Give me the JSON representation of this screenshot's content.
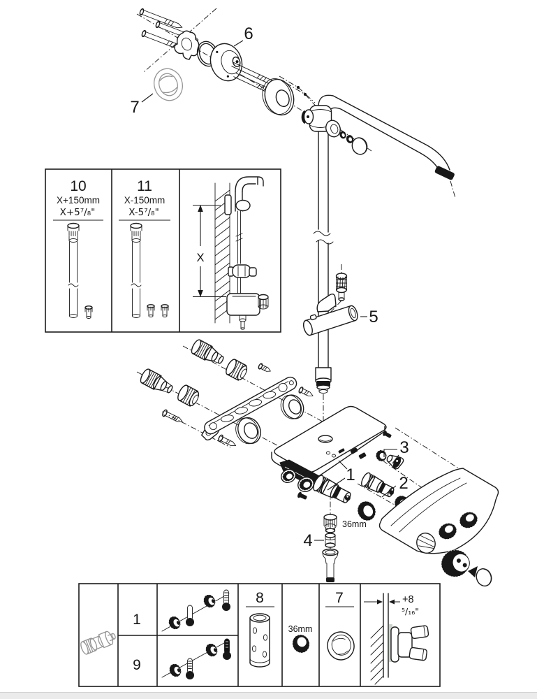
{
  "colors": {
    "line": "#1c1c1c",
    "dark_fill": "#181818",
    "muted_gray": "#959595",
    "page_edge": "#ebebeb"
  },
  "callouts": {
    "handle_cartridge": "1",
    "temp_cartridge": "2",
    "diverter_valve": "3",
    "check_valve": "4",
    "shower_holder": "5",
    "wall_union": "6",
    "escutcheon_ring": "7"
  },
  "inset_box": {
    "variant_long": {
      "number": "10",
      "metric": "X+150mm",
      "imperial": "X+5⁷/₈\""
    },
    "variant_short": {
      "number": "11",
      "metric": "X-150mm",
      "imperial": "X-5⁷/₈\""
    },
    "height_label": "X"
  },
  "annotations": {
    "locknut_size": "36mm"
  },
  "parts_table": {
    "variant_row_top": "1",
    "variant_row_bottom": "9",
    "mounting_sleeve": "8",
    "locknut_size": "36mm",
    "escutcheon_ring": "7",
    "clearance_metric": "+8",
    "clearance_imperial": "⁵/₁₆\""
  }
}
